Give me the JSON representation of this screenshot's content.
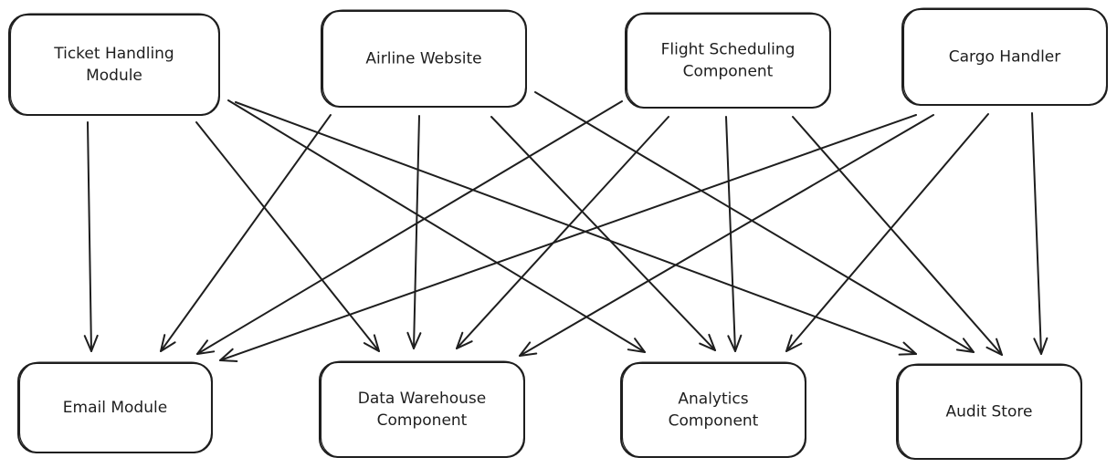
{
  "diagram": {
    "nodes": [
      {
        "id": "ticket",
        "lines": [
          "Ticket Handling",
          "Module"
        ]
      },
      {
        "id": "web",
        "lines": [
          "Airline Website"
        ]
      },
      {
        "id": "flight",
        "lines": [
          "Flight Scheduling",
          "Component"
        ]
      },
      {
        "id": "cargo",
        "lines": [
          "Cargo Handler"
        ]
      },
      {
        "id": "email",
        "lines": [
          "Email Module"
        ]
      },
      {
        "id": "dw",
        "lines": [
          "Data Warehouse",
          "Component"
        ]
      },
      {
        "id": "analytics",
        "lines": [
          "Analytics",
          "Component"
        ]
      },
      {
        "id": "audit",
        "lines": [
          "Audit Store"
        ]
      }
    ],
    "edges": [
      {
        "from": "ticket",
        "to": "email"
      },
      {
        "from": "ticket",
        "to": "dw"
      },
      {
        "from": "ticket",
        "to": "analytics"
      },
      {
        "from": "ticket",
        "to": "audit"
      },
      {
        "from": "web",
        "to": "email"
      },
      {
        "from": "web",
        "to": "dw"
      },
      {
        "from": "web",
        "to": "analytics"
      },
      {
        "from": "web",
        "to": "audit"
      },
      {
        "from": "flight",
        "to": "email"
      },
      {
        "from": "flight",
        "to": "dw"
      },
      {
        "from": "flight",
        "to": "analytics"
      },
      {
        "from": "flight",
        "to": "audit"
      },
      {
        "from": "cargo",
        "to": "email"
      },
      {
        "from": "cargo",
        "to": "dw"
      },
      {
        "from": "cargo",
        "to": "analytics"
      },
      {
        "from": "cargo",
        "to": "audit"
      }
    ]
  }
}
